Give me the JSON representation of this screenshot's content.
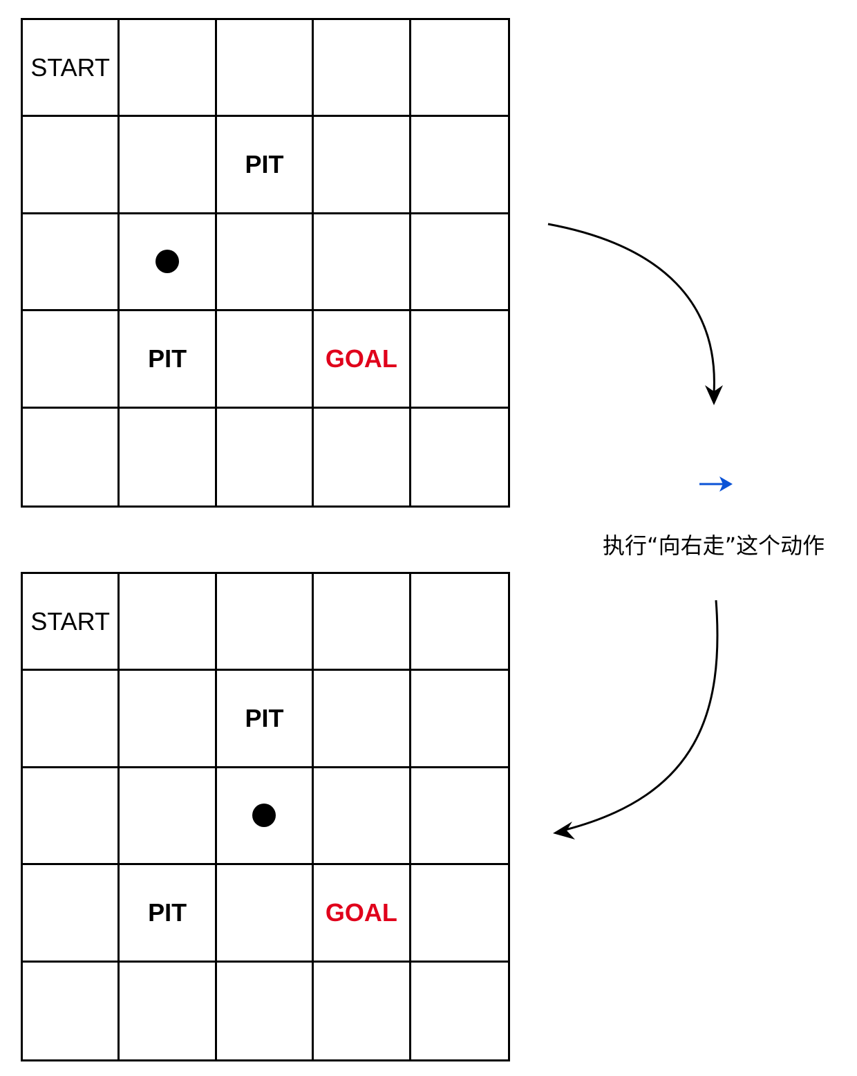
{
  "colors": {
    "line": "#000000",
    "goal_text": "#e0001b",
    "action_arrow": "#0a52d6",
    "agent": "#000000"
  },
  "grid_before": {
    "rows": [
      [
        {
          "label": "START",
          "kind": "start"
        },
        {
          "label": "",
          "kind": "empty"
        },
        {
          "label": "",
          "kind": "empty"
        },
        {
          "label": "",
          "kind": "empty"
        },
        {
          "label": "",
          "kind": "empty"
        }
      ],
      [
        {
          "label": "",
          "kind": "empty"
        },
        {
          "label": "",
          "kind": "empty"
        },
        {
          "label": "PIT",
          "kind": "pit"
        },
        {
          "label": "",
          "kind": "empty"
        },
        {
          "label": "",
          "kind": "empty"
        }
      ],
      [
        {
          "label": "",
          "kind": "empty"
        },
        {
          "label": "",
          "kind": "agent"
        },
        {
          "label": "",
          "kind": "empty"
        },
        {
          "label": "",
          "kind": "empty"
        },
        {
          "label": "",
          "kind": "empty"
        }
      ],
      [
        {
          "label": "",
          "kind": "empty"
        },
        {
          "label": "PIT",
          "kind": "pit"
        },
        {
          "label": "",
          "kind": "empty"
        },
        {
          "label": "GOAL",
          "kind": "goal"
        },
        {
          "label": "",
          "kind": "empty"
        }
      ],
      [
        {
          "label": "",
          "kind": "empty"
        },
        {
          "label": "",
          "kind": "empty"
        },
        {
          "label": "",
          "kind": "empty"
        },
        {
          "label": "",
          "kind": "empty"
        },
        {
          "label": "",
          "kind": "empty"
        }
      ]
    ]
  },
  "grid_after": {
    "rows": [
      [
        {
          "label": "START",
          "kind": "start"
        },
        {
          "label": "",
          "kind": "empty"
        },
        {
          "label": "",
          "kind": "empty"
        },
        {
          "label": "",
          "kind": "empty"
        },
        {
          "label": "",
          "kind": "empty"
        }
      ],
      [
        {
          "label": "",
          "kind": "empty"
        },
        {
          "label": "",
          "kind": "empty"
        },
        {
          "label": "PIT",
          "kind": "pit"
        },
        {
          "label": "",
          "kind": "empty"
        },
        {
          "label": "",
          "kind": "empty"
        }
      ],
      [
        {
          "label": "",
          "kind": "empty"
        },
        {
          "label": "",
          "kind": "empty"
        },
        {
          "label": "",
          "kind": "agent"
        },
        {
          "label": "",
          "kind": "empty"
        },
        {
          "label": "",
          "kind": "empty"
        }
      ],
      [
        {
          "label": "",
          "kind": "empty"
        },
        {
          "label": "PIT",
          "kind": "pit"
        },
        {
          "label": "",
          "kind": "empty"
        },
        {
          "label": "GOAL",
          "kind": "goal"
        },
        {
          "label": "",
          "kind": "empty"
        }
      ],
      [
        {
          "label": "",
          "kind": "empty"
        },
        {
          "label": "",
          "kind": "empty"
        },
        {
          "label": "",
          "kind": "empty"
        },
        {
          "label": "",
          "kind": "empty"
        },
        {
          "label": "",
          "kind": "empty"
        }
      ]
    ]
  },
  "transition": {
    "action_text": "执行“向右走”这个动作",
    "action_icon": "right-arrow-icon"
  }
}
